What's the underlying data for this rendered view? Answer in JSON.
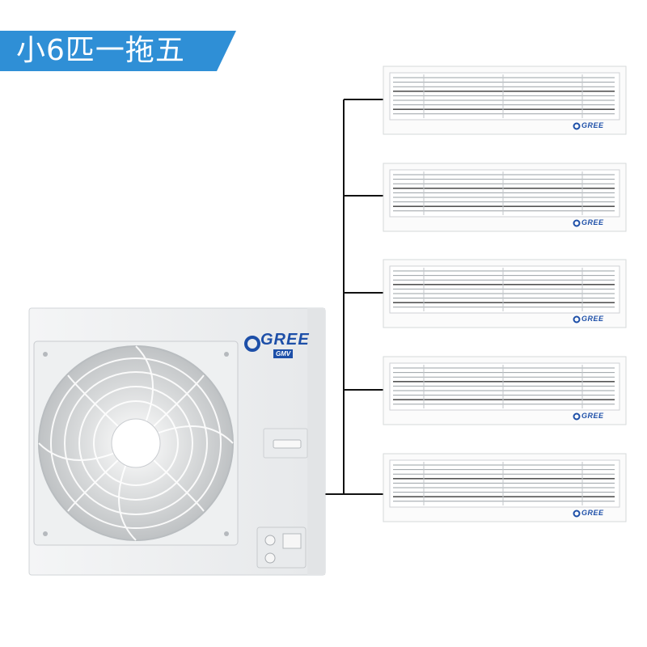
{
  "title": "小6匹一拖五",
  "outdoor_unit": {
    "brand": "GREE",
    "series": "GMV"
  },
  "indoor_units": [
    {
      "brand": "GREE"
    },
    {
      "brand": "GREE"
    },
    {
      "brand": "GREE"
    },
    {
      "brand": "GREE"
    },
    {
      "brand": "GREE"
    }
  ],
  "colors": {
    "banner": "#2f8fd6",
    "brand_blue": "#1d4fa8",
    "line": "#111111",
    "unit_body": "#f1f2f3"
  }
}
